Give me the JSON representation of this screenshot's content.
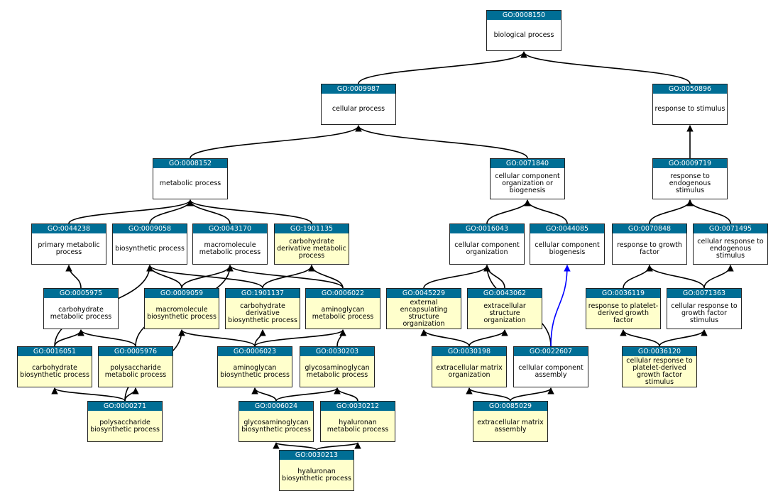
{
  "graph": {
    "colors": {
      "header": "#006e95",
      "highlight_fill": "#ffffcc",
      "plain_fill": "#ffffff",
      "edge": "#000000",
      "edge_special": "#0000ff"
    },
    "nodes": [
      {
        "id": "GO:0008150",
        "label": "biological process",
        "highlight": false
      },
      {
        "id": "GO:0009987",
        "label": "cellular process",
        "highlight": false
      },
      {
        "id": "GO:0050896",
        "label": "response to stimulus",
        "highlight": false
      },
      {
        "id": "GO:0008152",
        "label": "metabolic process",
        "highlight": false
      },
      {
        "id": "GO:0071840",
        "label": "cellular component organization or biogenesis",
        "highlight": false
      },
      {
        "id": "GO:0009719",
        "label": "response to endogenous stimulus",
        "highlight": false
      },
      {
        "id": "GO:0044238",
        "label": "primary metabolic process",
        "highlight": false
      },
      {
        "id": "GO:0009058",
        "label": "biosynthetic process",
        "highlight": false
      },
      {
        "id": "GO:0043170",
        "label": "macromolecule metabolic process",
        "highlight": false
      },
      {
        "id": "GO:1901135",
        "label": "carbohydrate derivative metabolic process",
        "highlight": true
      },
      {
        "id": "GO:0016043",
        "label": "cellular component organization",
        "highlight": false
      },
      {
        "id": "GO:0044085",
        "label": "cellular component biogenesis",
        "highlight": false
      },
      {
        "id": "GO:0070848",
        "label": "response to growth factor",
        "highlight": false
      },
      {
        "id": "GO:0071495",
        "label": "cellular response to endogenous stimulus",
        "highlight": false
      },
      {
        "id": "GO:0005975",
        "label": "carbohydrate metabolic process",
        "highlight": false
      },
      {
        "id": "GO:0009059",
        "label": "macromolecule biosynthetic process",
        "highlight": true
      },
      {
        "id": "GO:1901137",
        "label": "carbohydrate derivative biosynthetic process",
        "highlight": true
      },
      {
        "id": "GO:0006022",
        "label": "aminoglycan metabolic process",
        "highlight": true
      },
      {
        "id": "GO:0045229",
        "label": "external encapsulating structure organization",
        "highlight": true
      },
      {
        "id": "GO:0043062",
        "label": "extracellular structure organization",
        "highlight": true
      },
      {
        "id": "GO:0036119",
        "label": "response to platelet-derived growth factor",
        "highlight": true
      },
      {
        "id": "GO:0071363",
        "label": "cellular response to growth factor stimulus",
        "highlight": false
      },
      {
        "id": "GO:0016051",
        "label": "carbohydrate biosynthetic process",
        "highlight": true
      },
      {
        "id": "GO:0005976",
        "label": "polysaccharide metabolic process",
        "highlight": true
      },
      {
        "id": "GO:0006023",
        "label": "aminoglycan biosynthetic process",
        "highlight": true
      },
      {
        "id": "GO:0030203",
        "label": "glycosaminoglycan metabolic process",
        "highlight": true
      },
      {
        "id": "GO:0030198",
        "label": "extracellular matrix organization",
        "highlight": true
      },
      {
        "id": "GO:0022607",
        "label": "cellular component assembly",
        "highlight": false
      },
      {
        "id": "GO:0036120",
        "label": "cellular response to platelet-derived growth factor stimulus",
        "highlight": true
      },
      {
        "id": "GO:0000271",
        "label": "polysaccharide biosynthetic process",
        "highlight": true
      },
      {
        "id": "GO:0006024",
        "label": "glycosaminoglycan biosynthetic process",
        "highlight": true
      },
      {
        "id": "GO:0030212",
        "label": "hyaluronan metabolic process",
        "highlight": true
      },
      {
        "id": "GO:0085029",
        "label": "extracellular matrix assembly",
        "highlight": true
      },
      {
        "id": "GO:0030213",
        "label": "hyaluronan biosynthetic process",
        "highlight": true
      }
    ],
    "edges": [
      {
        "from": "GO:0009987",
        "to": "GO:0008150"
      },
      {
        "from": "GO:0050896",
        "to": "GO:0008150"
      },
      {
        "from": "GO:0008152",
        "to": "GO:0009987"
      },
      {
        "from": "GO:0071840",
        "to": "GO:0009987"
      },
      {
        "from": "GO:0009719",
        "to": "GO:0050896"
      },
      {
        "from": "GO:0044238",
        "to": "GO:0008152"
      },
      {
        "from": "GO:0009058",
        "to": "GO:0008152"
      },
      {
        "from": "GO:0043170",
        "to": "GO:0008152"
      },
      {
        "from": "GO:1901135",
        "to": "GO:0008152"
      },
      {
        "from": "GO:0016043",
        "to": "GO:0071840"
      },
      {
        "from": "GO:0044085",
        "to": "GO:0071840"
      },
      {
        "from": "GO:0070848",
        "to": "GO:0009719"
      },
      {
        "from": "GO:0071495",
        "to": "GO:0009719"
      },
      {
        "from": "GO:0005975",
        "to": "GO:0044238"
      },
      {
        "from": "GO:0016051",
        "to": "GO:0009058"
      },
      {
        "from": "GO:0009059",
        "to": "GO:0009058"
      },
      {
        "from": "GO:1901137",
        "to": "GO:0009058"
      },
      {
        "from": "GO:0009059",
        "to": "GO:0043170"
      },
      {
        "from": "GO:0006022",
        "to": "GO:0043170"
      },
      {
        "from": "GO:0005976",
        "to": "GO:0043170"
      },
      {
        "from": "GO:1901137",
        "to": "GO:1901135"
      },
      {
        "from": "GO:0006022",
        "to": "GO:1901135"
      },
      {
        "from": "GO:0016051",
        "to": "GO:0005975"
      },
      {
        "from": "GO:0005976",
        "to": "GO:0005975"
      },
      {
        "from": "GO:0000271",
        "to": "GO:0016051"
      },
      {
        "from": "GO:0000271",
        "to": "GO:0005976"
      },
      {
        "from": "GO:0000271",
        "to": "GO:0009059"
      },
      {
        "from": "GO:0006023",
        "to": "GO:0009059"
      },
      {
        "from": "GO:0006023",
        "to": "GO:1901137"
      },
      {
        "from": "GO:0006023",
        "to": "GO:0006022"
      },
      {
        "from": "GO:0030203",
        "to": "GO:0006022"
      },
      {
        "from": "GO:0006024",
        "to": "GO:0006023"
      },
      {
        "from": "GO:0006024",
        "to": "GO:0030203"
      },
      {
        "from": "GO:0030212",
        "to": "GO:0030203"
      },
      {
        "from": "GO:0030213",
        "to": "GO:0006024"
      },
      {
        "from": "GO:0030213",
        "to": "GO:0030212"
      },
      {
        "from": "GO:0045229",
        "to": "GO:0016043"
      },
      {
        "from": "GO:0043062",
        "to": "GO:0016043"
      },
      {
        "from": "GO:0022607",
        "to": "GO:0016043"
      },
      {
        "from": "GO:0022607",
        "to": "GO:0044085",
        "special": true
      },
      {
        "from": "GO:0030198",
        "to": "GO:0045229"
      },
      {
        "from": "GO:0030198",
        "to": "GO:0043062"
      },
      {
        "from": "GO:0085029",
        "to": "GO:0030198"
      },
      {
        "from": "GO:0085029",
        "to": "GO:0022607"
      },
      {
        "from": "GO:0036119",
        "to": "GO:0070848"
      },
      {
        "from": "GO:0071363",
        "to": "GO:0070848"
      },
      {
        "from": "GO:0071363",
        "to": "GO:0071495"
      },
      {
        "from": "GO:0036120",
        "to": "GO:0036119"
      },
      {
        "from": "GO:0036120",
        "to": "GO:0071363"
      }
    ]
  }
}
